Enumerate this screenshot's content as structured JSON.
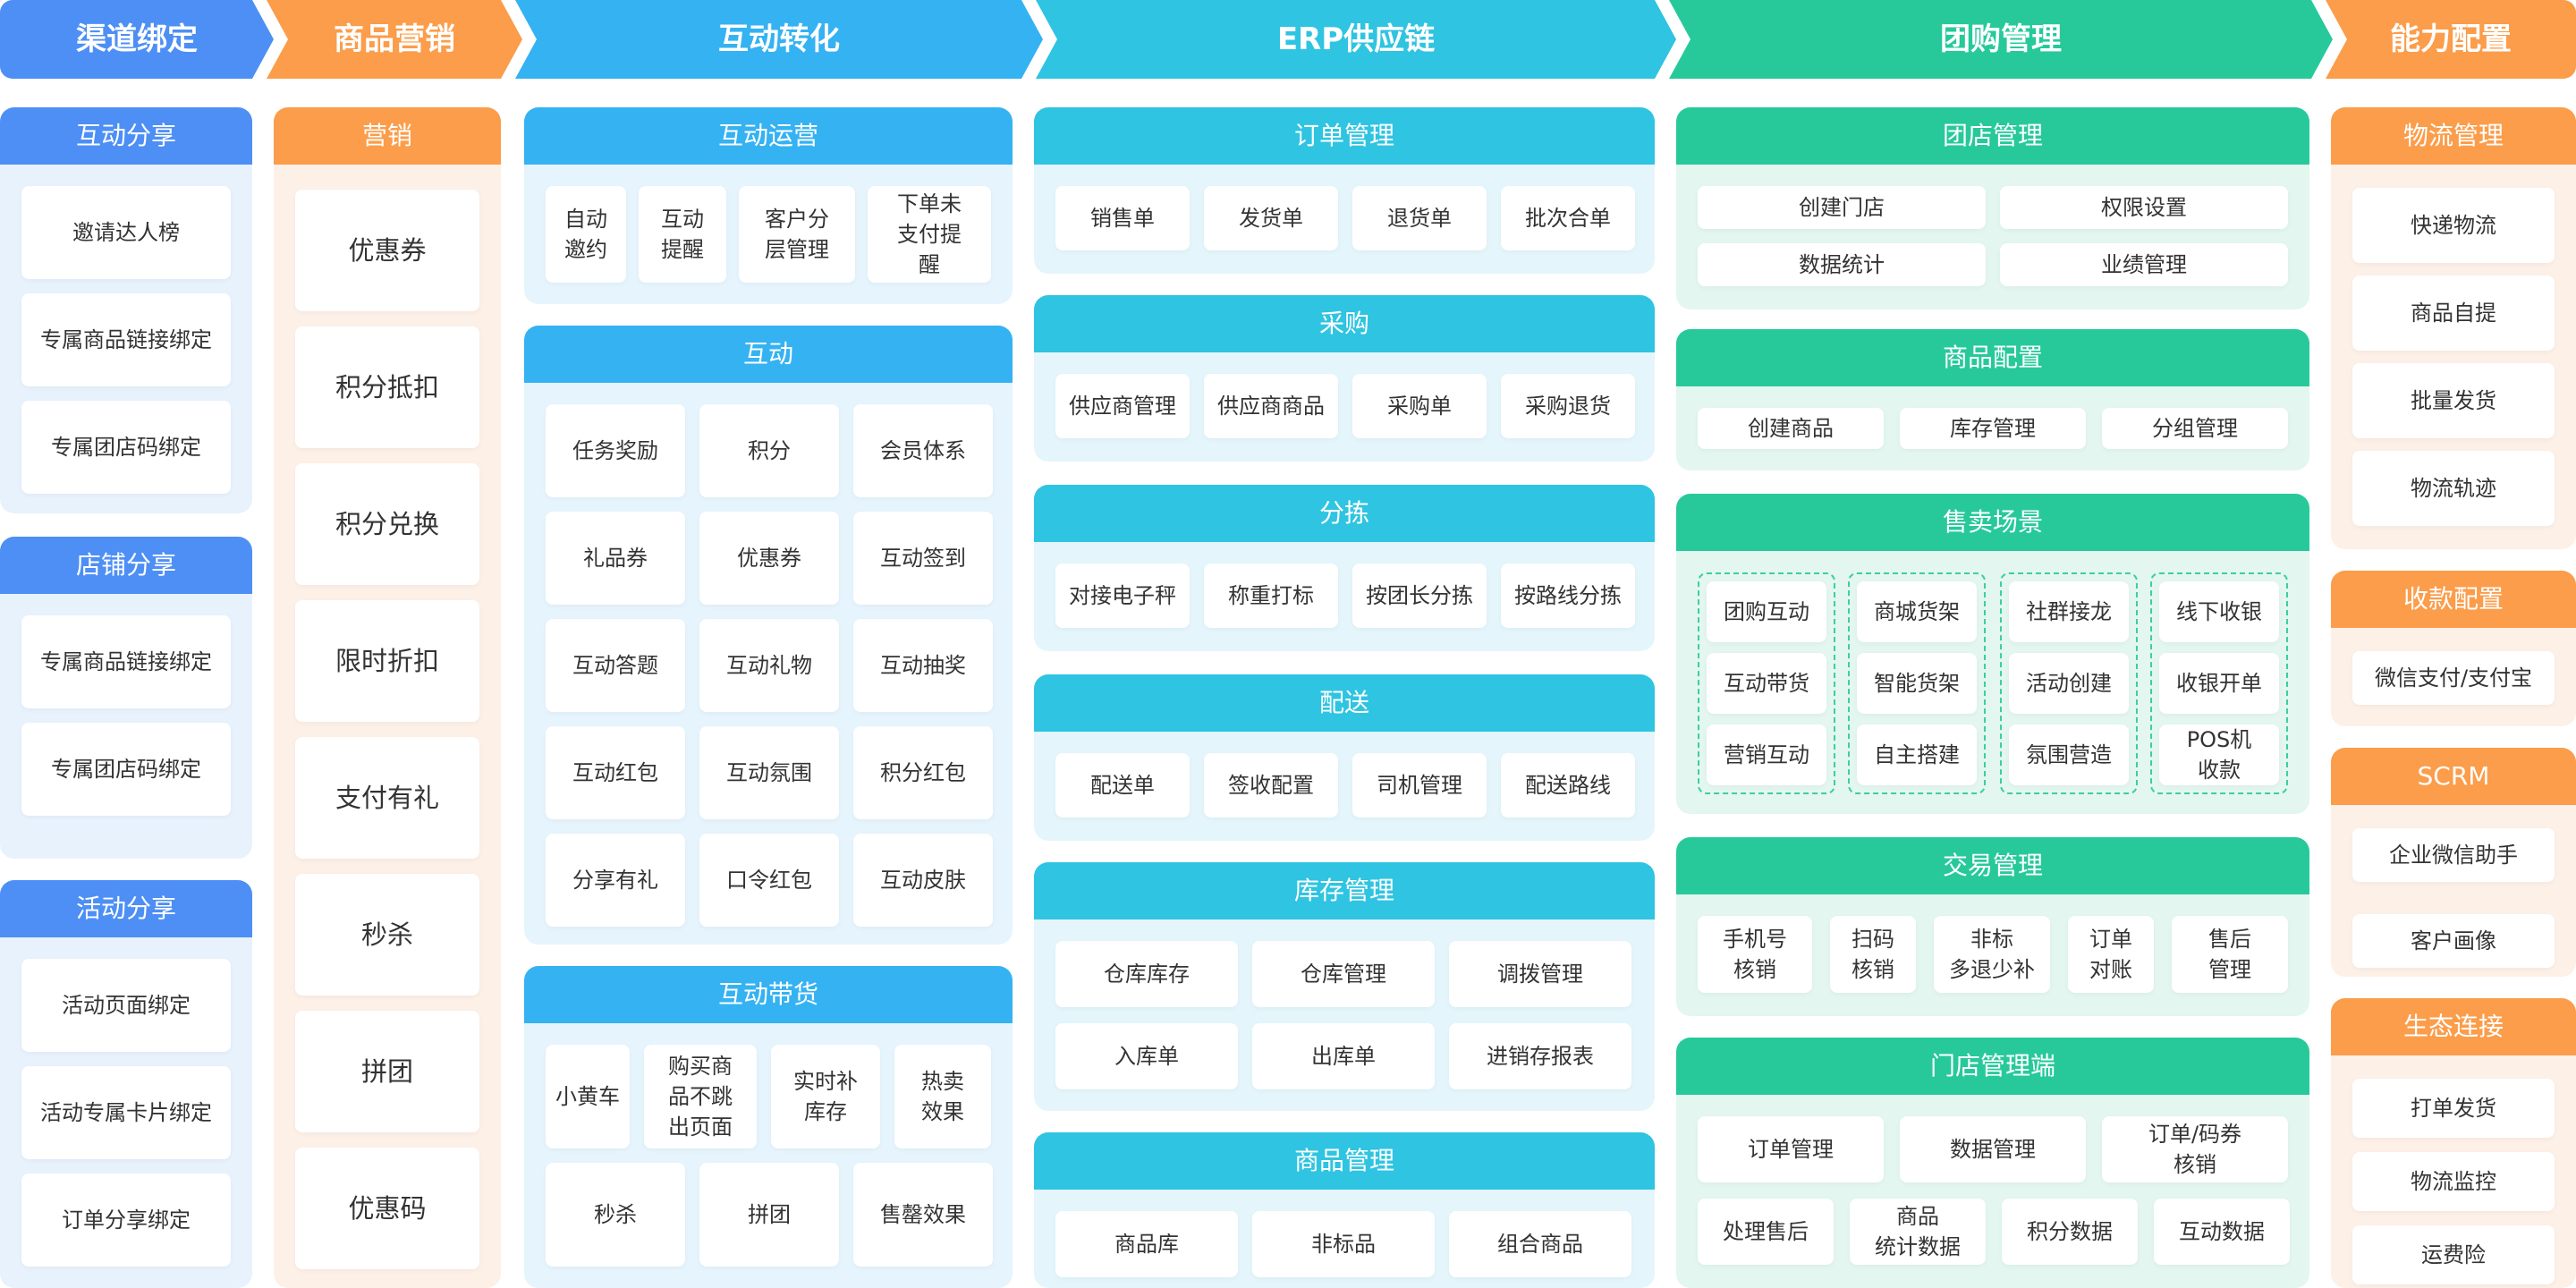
{
  "colors": {
    "blue": "#4d8ff5",
    "blue_bg": "#e8f2fd",
    "orange": "#fb9d4a",
    "orange_bg": "#fdf0e7",
    "sky": "#35b2f2",
    "sky_bg": "#e6f4fd",
    "cyan": "#2fc4e1",
    "cyan_bg": "#e4f6fb",
    "green": "#27c99b",
    "green_bg": "#e3f6ef"
  },
  "headers": [
    "渠道绑定",
    "商品营销",
    "互动转化",
    "ERP供应链",
    "团购管理",
    "能力配置"
  ],
  "col1": [
    {
      "title": "互动分享",
      "items": [
        "邀请达人榜",
        "专属商品链接绑定",
        "专属团店码绑定"
      ]
    },
    {
      "title": "店铺分享",
      "items": [
        "专属商品链接绑定",
        "专属团店码绑定"
      ]
    },
    {
      "title": "活动分享",
      "items": [
        "活动页面绑定",
        "活动专属卡片绑定",
        "订单分享绑定"
      ]
    }
  ],
  "col2": {
    "title": "营销",
    "items": [
      "优惠券",
      "积分抵扣",
      "积分兑换",
      "限时折扣",
      "支付有礼",
      "秒杀",
      "拼团",
      "优惠码"
    ]
  },
  "col3": [
    {
      "title": "互动运营",
      "items": [
        "自动\n邀约",
        "互动\n提醒",
        "客户分\n层管理",
        "下单未\n支付提\n醒"
      ]
    },
    {
      "title": "互动",
      "items": [
        "任务奖励",
        "积分",
        "会员体系",
        "礼品券",
        "优惠券",
        "互动签到",
        "互动答题",
        "互动礼物",
        "互动抽奖",
        "互动红包",
        "互动氛围",
        "积分红包",
        "分享有礼",
        "口令红包",
        "互动皮肤"
      ]
    },
    {
      "title": "互动带货",
      "items": [
        "小黄车",
        "购买商\n品不跳\n出页面",
        "实时补\n库存",
        "热卖\n效果",
        "秒杀",
        "拼团",
        "售罄效果"
      ]
    }
  ],
  "col4": [
    {
      "title": "订单管理",
      "items": [
        "销售单",
        "发货单",
        "退货单",
        "批次合单"
      ]
    },
    {
      "title": "采购",
      "items": [
        "供应商管理",
        "供应商商品",
        "采购单",
        "采购退货"
      ]
    },
    {
      "title": "分拣",
      "items": [
        "对接电子秤",
        "称重打标",
        "按团长分拣",
        "按路线分拣"
      ]
    },
    {
      "title": "配送",
      "items": [
        "配送单",
        "签收配置",
        "司机管理",
        "配送路线"
      ]
    },
    {
      "title": "库存管理",
      "items": [
        "仓库库存",
        "仓库管理",
        "调拨管理",
        "入库单",
        "出库单",
        "进销存报表"
      ]
    },
    {
      "title": "商品管理",
      "items": [
        "商品库",
        "非标品",
        "组合商品"
      ]
    }
  ],
  "col5": [
    {
      "title": "团店管理",
      "items": [
        "创建门店",
        "权限设置",
        "数据统计",
        "业绩管理"
      ]
    },
    {
      "title": "商品配置",
      "items": [
        "创建商品",
        "库存管理",
        "分组管理"
      ]
    },
    {
      "title": "售卖场景",
      "items": [
        "团购互动",
        "互动带货",
        "营销互动",
        "商城货架",
        "智能货架",
        "自主搭建",
        "社群接龙",
        "活动创建",
        "氛围营造",
        "线下收银",
        "收银开单",
        "POS机\n收款"
      ]
    },
    {
      "title": "交易管理",
      "items": [
        "手机号\n核销",
        "扫码\n核销",
        "非标\n多退少补",
        "订单\n对账",
        "售后\n管理"
      ]
    },
    {
      "title": "门店管理端",
      "items": [
        "订单管理",
        "数据管理",
        "订单/码券\n核销",
        "处理售后",
        "商品\n统计数据",
        "积分数据",
        "互动数据"
      ]
    }
  ],
  "col6": [
    {
      "title": "物流管理",
      "items": [
        "快递物流",
        "商品自提",
        "批量发货",
        "物流轨迹"
      ]
    },
    {
      "title": "收款配置",
      "items": [
        "微信支付/支付宝"
      ]
    },
    {
      "title": "SCRM",
      "items": [
        "企业微信助手",
        "客户画像"
      ]
    },
    {
      "title": "生态连接",
      "items": [
        "打单发货",
        "物流监控",
        "运费险"
      ]
    }
  ]
}
